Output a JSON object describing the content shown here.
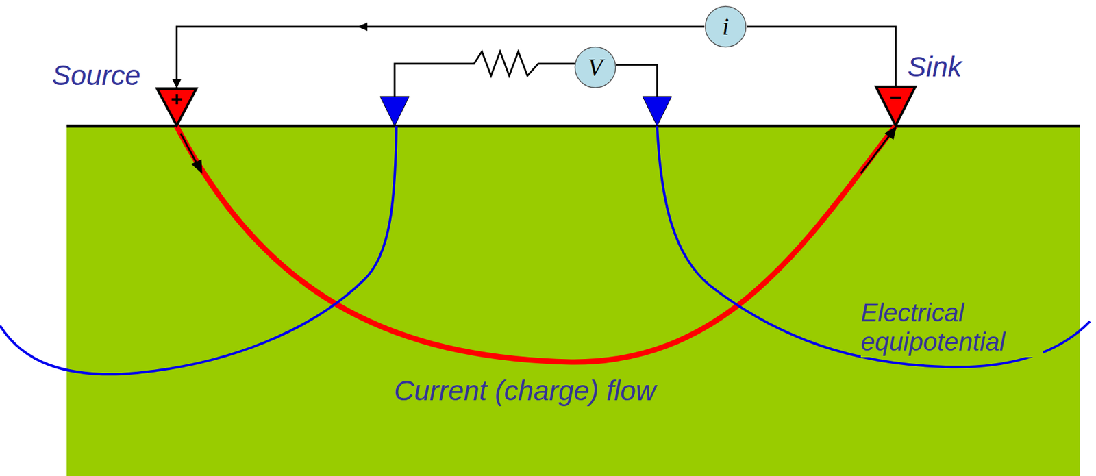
{
  "diagram": {
    "nodes": [
      {
        "text": [
          "+"
        ]
      },
      {
        "text": [
          "i"
        ]
      },
      {
        "text": [
          "V"
        ]
      },
      {
        "text": [
          "−"
        ]
      }
    ],
    "edges": [
      {
        "from": 3,
        "to": 1,
        "arrow": "none"
      },
      {
        "from": 1,
        "to": 0,
        "arrow": "to"
      }
    ],
    "labels": [
      "Source",
      "Sink",
      "Electrical equipotential",
      "Current (charge) flow"
    ]
  }
}
